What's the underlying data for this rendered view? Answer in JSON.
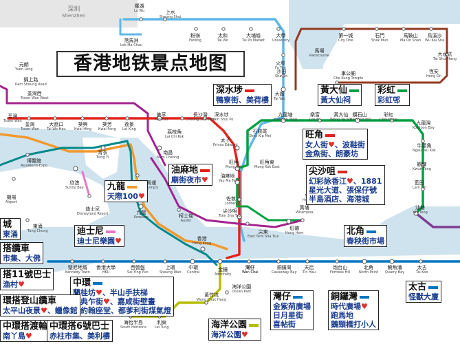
{
  "title": "香港地铁景点地图",
  "colors": {
    "tsuen_wan": "#e2231a",
    "kwun_tong": "#00a040",
    "island": "#0075c2",
    "tung_chung": "#f3982d",
    "east_rail": "#5eb7e8",
    "west_rail": "#a3238e",
    "ma_on_shan": "#923a20",
    "tseung_kwan_o": "#7e3c93",
    "airport_express": "#00888a",
    "disney": "#e777cb",
    "south_island": "#b5bd00",
    "water": "#cfe3ee",
    "land": "#ffffff"
  },
  "areas": {
    "shenzhen": "深圳",
    "shenzhen_en": "Shenzhen"
  },
  "stations": [
    {
      "id": "lo_wu",
      "zh": "羅湖",
      "en": "Lo Wu"
    },
    {
      "id": "sheung_shui",
      "zh": "上水",
      "en": "Sheung Shui"
    },
    {
      "id": "fanling",
      "zh": "粉嶺",
      "en": "Fanling"
    },
    {
      "id": "tai_wo",
      "zh": "太和",
      "en": "Tai Wo"
    },
    {
      "id": "tai_po_market",
      "zh": "大埔墟",
      "en": "Tai Po Market"
    },
    {
      "id": "university",
      "zh": "大學",
      "en": "University"
    },
    {
      "id": "racecourse",
      "zh": "馬場",
      "en": "Racecourse"
    },
    {
      "id": "fo_tan",
      "zh": "火炭",
      "en": "Fo Tan"
    },
    {
      "id": "sha_tin",
      "zh": "沙田",
      "en": "Sha Tin"
    },
    {
      "id": "lok_ma_chau",
      "zh": "落馬洲",
      "en": "Lok Ma Chau"
    },
    {
      "id": "tai_wai",
      "zh": "大圍",
      "en": "Tai Wai"
    },
    {
      "id": "wu_kai_sha",
      "zh": "烏溪沙",
      "en": "Wu Kai Sha"
    },
    {
      "id": "ma_on_shan",
      "zh": "馬鞍山",
      "en": "Ma On Shan"
    },
    {
      "id": "heng_on",
      "zh": "恆安",
      "en": "Heng On"
    },
    {
      "id": "tai_shui_hang",
      "zh": "大水坑",
      "en": "Tai Shui Hang"
    },
    {
      "id": "shek_mun",
      "zh": "石門",
      "en": "Shek Mun"
    },
    {
      "id": "first_city",
      "zh": "第一城",
      "en": "City One"
    },
    {
      "id": "che_kung_temple",
      "zh": "車公廟",
      "en": "Che Kung Temple"
    },
    {
      "id": "kam_sheung_road",
      "zh": "錦上路",
      "en": "Kam Sheung Road"
    },
    {
      "id": "yuen_long",
      "zh": "元朗",
      "en": "Yuen Long"
    },
    {
      "id": "tsuen_wan_west",
      "zh": "荃灣西",
      "en": "Tsuen Wan West"
    },
    {
      "id": "tsuen_wan",
      "zh": "荃灣",
      "en": "Tsuen Wan"
    },
    {
      "id": "tai_wo_hau",
      "zh": "大窩口",
      "en": "Tai Wo Hau"
    },
    {
      "id": "kwai_hing",
      "zh": "葵興",
      "en": "Kwai Hing"
    },
    {
      "id": "kwai_fong",
      "zh": "葵芳",
      "en": "Kwai Fong"
    },
    {
      "id": "lai_king",
      "zh": "荔景",
      "en": "Lai King"
    },
    {
      "id": "mei_foo",
      "zh": "美孚",
      "en": "Mei Foo"
    },
    {
      "id": "lai_chi_kok",
      "zh": "荔枝角",
      "en": "Lai Chi Kok"
    },
    {
      "id": "cheung_sha_wan",
      "zh": "長沙灣",
      "en": "Cheung Sha Wan"
    },
    {
      "id": "sham_shui_po",
      "zh": "深水埗",
      "en": "Sham Shui Po"
    },
    {
      "id": "kowloon_tong",
      "zh": "九龍塘",
      "en": "Kowloon Tong"
    },
    {
      "id": "lok_fu",
      "zh": "樂富",
      "en": "Lok Fu"
    },
    {
      "id": "wong_tai_sin",
      "zh": "黃大仙",
      "en": "Wong Tai Sin"
    },
    {
      "id": "diamond_hill",
      "zh": "鑽石山",
      "en": "Diamond Hill"
    },
    {
      "id": "choi_hung",
      "zh": "彩虹",
      "en": "Choi Hung"
    },
    {
      "id": "kowloon_bay",
      "zh": "九龍灣",
      "en": "Kowloon Bay"
    },
    {
      "id": "ngau_tau_kok",
      "zh": "牛頭角",
      "en": "Ngau Tau Kok"
    },
    {
      "id": "kwun_tong",
      "zh": "觀塘",
      "en": "Kwun Tong"
    },
    {
      "id": "lam_tin",
      "zh": "藍田",
      "en": "Lam Tin"
    },
    {
      "id": "yau_tong",
      "zh": "油塘",
      "en": "Yau Tong"
    },
    {
      "id": "shek_kip_mei",
      "zh": "石硤尾",
      "en": "Shek Kip Mei"
    },
    {
      "id": "prince_edward",
      "zh": "太子",
      "en": "Prince Edward"
    },
    {
      "id": "mong_kok",
      "zh": "旺角",
      "en": "Mong Kok"
    },
    {
      "id": "mong_kok_east",
      "zh": "旺角東",
      "en": "Mong Kok East"
    },
    {
      "id": "yau_ma_tei",
      "zh": "油麻地",
      "en": "Yau Ma Tei"
    },
    {
      "id": "jordan",
      "zh": "佐敦",
      "en": "Jordan"
    },
    {
      "id": "tsim_sha_tsui",
      "zh": "尖沙咀",
      "en": "Tsim Sha Tsui"
    },
    {
      "id": "east_tst",
      "zh": "尖東",
      "en": "East Tsim Sha Tsui"
    },
    {
      "id": "hung_hom",
      "zh": "紅磡",
      "en": "Hung Hom"
    },
    {
      "id": "ho_man_tin",
      "zh": "何文田",
      "en": "Ho Man Tin"
    },
    {
      "id": "whampoa",
      "zh": "黃埔",
      "en": "Whampoa"
    },
    {
      "id": "olympic",
      "zh": "奧運",
      "en": "Olympic"
    },
    {
      "id": "nam_cheong",
      "zh": "南昌",
      "en": "Nam Cheong"
    },
    {
      "id": "kowloon",
      "zh": "九龍",
      "en": "Kowloon"
    },
    {
      "id": "austin",
      "zh": "柯士甸",
      "en": "Austin"
    },
    {
      "id": "tsing_yi",
      "zh": "青衣",
      "en": "Tsing Yi"
    },
    {
      "id": "sunny_bay",
      "zh": "欣澳",
      "en": "Sunny Bay"
    },
    {
      "id": "disneyland_resort",
      "zh": "迪士尼",
      "en": "Disneyland Resort"
    },
    {
      "id": "airport",
      "zh": "機場",
      "en": "Airport"
    },
    {
      "id": "asiaworld_expo",
      "zh": "博覽館",
      "en": "AsiaWorld-Expo"
    },
    {
      "id": "tung_chung",
      "zh": "東涌",
      "en": "Tung Chung"
    },
    {
      "id": "hong_kong",
      "zh": "香港",
      "en": "Hong Kong"
    },
    {
      "id": "kennedy_town",
      "zh": "堅尼地城",
      "en": "Kennedy Town"
    },
    {
      "id": "hku",
      "zh": "香港大學",
      "en": "HKU"
    },
    {
      "id": "sai_ying_pun",
      "zh": "西營盤",
      "en": "Sai Ying Pun"
    },
    {
      "id": "sheung_wan",
      "zh": "上環",
      "en": "Sheung Wan"
    },
    {
      "id": "central",
      "zh": "中環",
      "en": "Central"
    },
    {
      "id": "admiralty",
      "zh": "金鐘",
      "en": "Admiralty"
    },
    {
      "id": "wan_chai",
      "zh": "灣仔",
      "en": "Wan Chai"
    },
    {
      "id": "causeway_bay",
      "zh": "銅鑼灣",
      "en": "Causeway Bay"
    },
    {
      "id": "tin_hau",
      "zh": "天后",
      "en": "Tin Hau"
    },
    {
      "id": "fortress_hill",
      "zh": "炮台山",
      "en": "Fortress Hill"
    },
    {
      "id": "north_point",
      "zh": "北角",
      "en": "North Point"
    },
    {
      "id": "quarry_bay",
      "zh": "鰂魚涌",
      "en": "Quarry Bay"
    },
    {
      "id": "tai_koo",
      "zh": "太古",
      "en": "Tai Koo"
    },
    {
      "id": "ocean_park",
      "zh": "海洋公園",
      "en": "Ocean Park"
    },
    {
      "id": "wong_chuk_hang",
      "zh": "黃竹坑",
      "en": "Wong Chuk Hang"
    },
    {
      "id": "south_horizons",
      "zh": "海怡半島",
      "en": "South Horizons"
    },
    {
      "id": "lei_tung",
      "zh": "利東",
      "en": "Lei Tung"
    },
    {
      "id": "tsuen_wan_2",
      "zh": "荃灣",
      "en": "Tsuen Wan"
    },
    {
      "id": "shek_kip_mei_2",
      "zh": "灣仔",
      "en": "Wan Chai"
    }
  ],
  "boxes": [
    {
      "id": "sham_shui_po",
      "head": "深水埗",
      "lines": [
        "鴨寮街、美荷樓"
      ]
    },
    {
      "id": "wong_tai_sin",
      "head": "黃大仙",
      "lines": [
        "黃大仙祠"
      ]
    },
    {
      "id": "choi_hung",
      "head": "彩虹",
      "lines": [
        "彩虹邨"
      ]
    },
    {
      "id": "mong_kok",
      "head": "旺角",
      "lines": [
        "女人街",
        "、波鞋街",
        "金魚街、朗豪坊"
      ]
    },
    {
      "id": "yau_ma_tei",
      "head": "油麻地",
      "lines": [
        "廟街夜市"
      ]
    },
    {
      "id": "kowloon",
      "head": "九龍",
      "lines": [
        "天際100"
      ]
    },
    {
      "id": "tsim_sha_tsui",
      "head": "尖沙咀",
      "lines": [
        "幻彩詠香江",
        "、1881",
        "星光大道、張保仔號",
        "半島酒店、海港城"
      ]
    },
    {
      "id": "disney",
      "head": "迪士尼",
      "lines": [
        "迪士尼樂園"
      ]
    },
    {
      "id": "north_point",
      "head": "北角",
      "lines": [
        "春秧街市場"
      ]
    },
    {
      "id": "tai_koo",
      "head": "太古",
      "lines": [
        "怪獸大廈"
      ]
    },
    {
      "id": "central",
      "head": "中環",
      "lines": [
        "蘭桂坊",
        "、半山手扶梯",
        "砵典乍街",
        "、嘉咸街壁畫",
        "聖約翰座堂、都爹利街煤氣燈"
      ]
    },
    {
      "id": "wan_chai",
      "head": "灣仔",
      "lines": [
        "金紫荊廣場",
        "日月星街",
        "喜帖街"
      ]
    },
    {
      "id": "causeway_bay",
      "head": "銅鑼灣",
      "lines": [
        "時代廣場",
        "跑馬地",
        "鵝頸橋打小人"
      ]
    },
    {
      "id": "ocean_park",
      "head": "海洋公園",
      "lines": [
        "海洋公園"
      ]
    },
    {
      "id": "cable_car",
      "head": "搭纜車",
      "lines": [
        "市集、大佛"
      ]
    },
    {
      "id": "bus11",
      "head": "搭11號巴士",
      "lines": [
        "漁村"
      ]
    },
    {
      "id": "peak_tram",
      "head": "環搭登山纜車",
      "lines": [
        "太平山夜景",
        "、蠟像館"
      ]
    },
    {
      "id": "ferry",
      "head": "中環搭渡輪",
      "lines": [
        "南丫島"
      ]
    },
    {
      "id": "bus6",
      "head": "中環搭6號巴士",
      "lines": [
        "赤柱市集、美利樓"
      ]
    },
    {
      "id": "tung_chung_city",
      "head": "城",
      "lines": [
        "東涌"
      ]
    }
  ]
}
